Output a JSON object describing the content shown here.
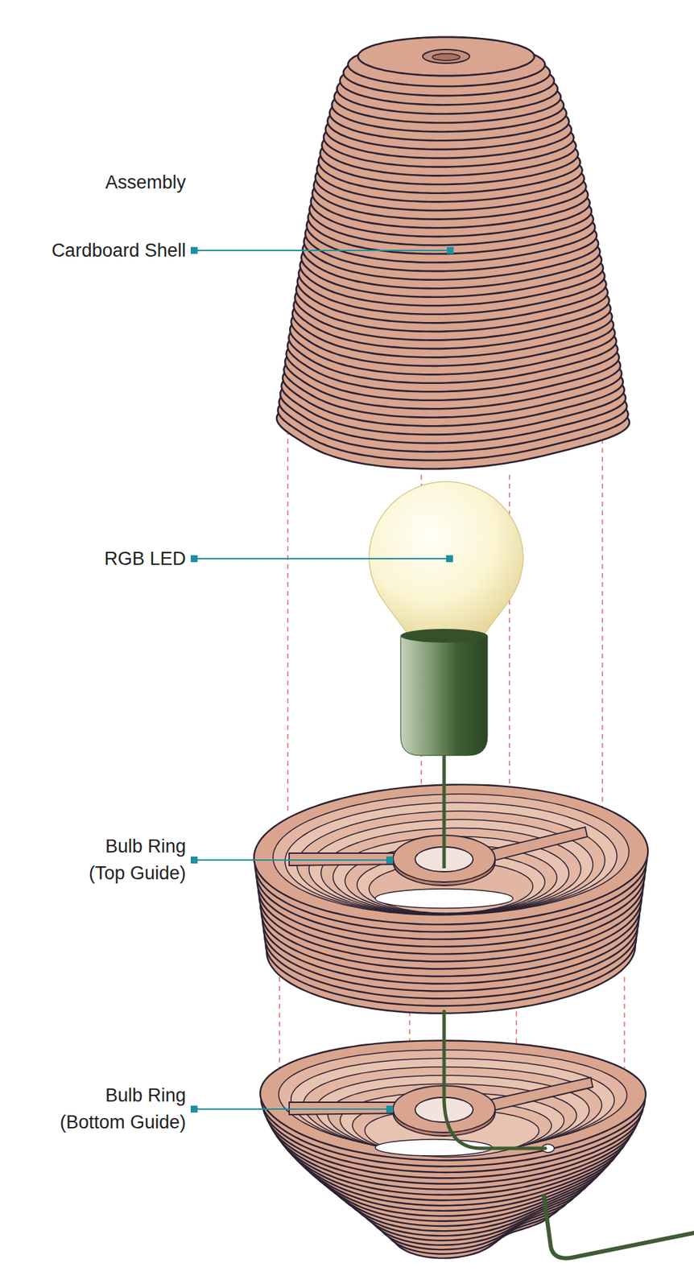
{
  "diagram": {
    "title": "Assembly",
    "labels": [
      "Cardboard Shell",
      "RGB LED",
      "Bulb Ring (Top Guide)",
      "Bulb Ring (Bottom Guide)"
    ]
  }
}
